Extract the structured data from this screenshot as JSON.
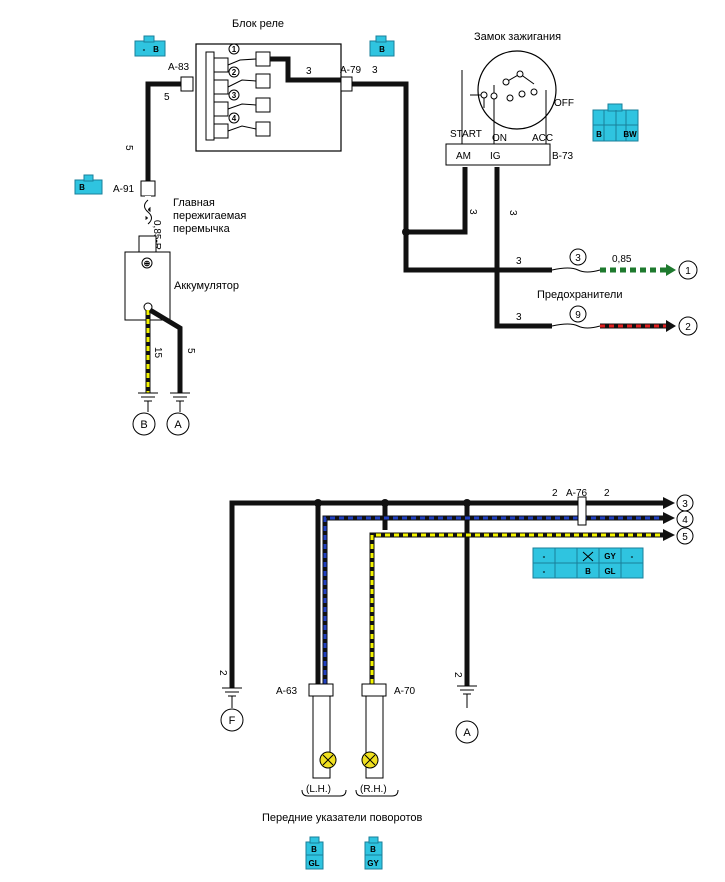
{
  "relay_block": {
    "title": "Блок реле",
    "pins": [
      "1",
      "2",
      "3",
      "4"
    ]
  },
  "ignition": {
    "title": "Замок зажигания",
    "off": "OFF",
    "start": "START",
    "on": "ON",
    "acc": "ACC",
    "am": "AM",
    "ig": "IG",
    "connector": "B-73"
  },
  "connectors": {
    "a83": "A-83",
    "a79": "A-79",
    "a91": "A-91",
    "a63": "A-63",
    "a70": "A-70",
    "a76": "A-76"
  },
  "wires": {
    "w5a": "5",
    "w3a": "3",
    "w3b": "3",
    "w5b": "5",
    "w085r": "0,85-R",
    "w3c": "3",
    "w3d": "3",
    "w3e": "3",
    "w3f": "3",
    "w085": "0,85",
    "w15": "15",
    "w5c": "5",
    "w2a": "2",
    "w2b": "2",
    "w2c": "2",
    "w2d": "2"
  },
  "fusible_link": {
    "line1": "Главная",
    "line2": "пережигаемая",
    "line3": "перемычка"
  },
  "battery": {
    "label": "Аккумулятор",
    "plus": "⊕"
  },
  "fuses": {
    "label": "Предохранители",
    "f3": "3",
    "f9": "9"
  },
  "outputs": [
    "1",
    "2",
    "3",
    "4",
    "5"
  ],
  "grounds": {
    "b": "B",
    "a": "A",
    "f": "F",
    "a2": "A"
  },
  "turn_signals": {
    "label": "Передние указатели поворотов",
    "lh": "(L.H.)",
    "rh": "(R.H.)"
  },
  "connector_codes": {
    "top_left": "B",
    "a79_code": "B",
    "a91_code": "B",
    "b73_b": "B",
    "b73_bw": "BW",
    "a76_b": "B",
    "a76_gy": "GY",
    "a76_gl": "GL",
    "lh_b": "B",
    "lh_gl": "GL",
    "rh_b": "B",
    "rh_gy": "GY",
    "dash": "-"
  },
  "colors": {
    "connector": "#2fc4e0",
    "yellow": "#f5f500",
    "green": "#1e7a2e",
    "red": "#e02020",
    "blue": "#2040c0",
    "lamp": "#f0e020"
  }
}
